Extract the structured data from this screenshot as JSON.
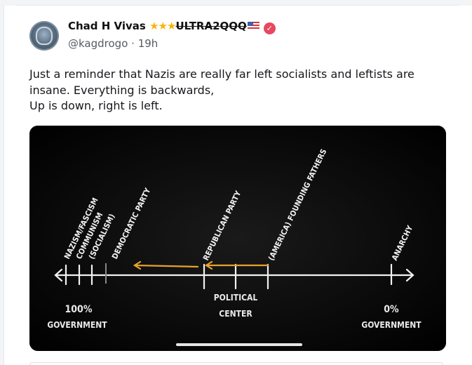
{
  "post": {
    "author": {
      "display_name": "Chad H Vivas",
      "stars": "★★★",
      "tag": "ULTRA2QQQ",
      "handle": "@kagdrogo",
      "time": "19h",
      "separator": "·",
      "verified_badge": "check-badge-icon"
    },
    "text_lines": [
      "Just a reminder that Nazis are really far left socialists and leftists are",
      "insane. Everything is backwards,",
      "Up is down, right is left."
    ],
    "media": {
      "labels": {
        "nazism": "NAZISM/FASCISM",
        "communism": "COMMUNISM",
        "socialism": "(SOCIALISM)",
        "democratic": "DEMOCRATIC PARTY",
        "republican": "REPUBLICAN PARTY",
        "founding": "(AMERICA) FOUNDING FATHERS",
        "anarchy": "ANARCHY",
        "center_1": "POLITICAL",
        "center_2": "CENTER",
        "left_pct": "100%",
        "left_gov": "GOVERNMENT",
        "right_pct": "0%",
        "right_gov": "GOVERNMENT"
      },
      "colors": {
        "arrow": "#e8a12c",
        "line": "#f2f2f2",
        "background": "#000000"
      }
    }
  }
}
